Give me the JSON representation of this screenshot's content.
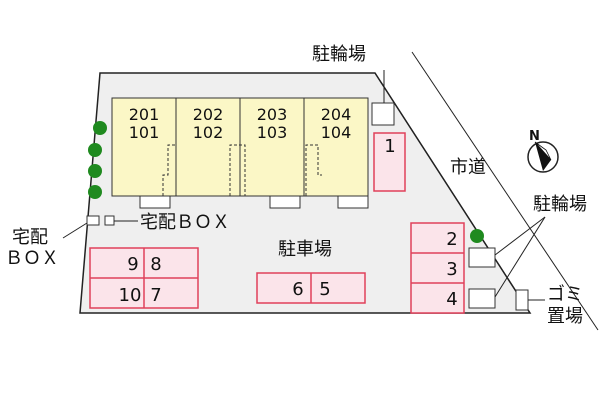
{
  "site_plan": {
    "labels": {
      "bicycle_parking_top": "駐輪場",
      "bicycle_parking_right": "駐輪場",
      "city_road": "市道",
      "parking_lot": "駐車場",
      "garbage_line1": "ゴミ",
      "garbage_line2": "置場",
      "delivery_box_left_line1": "宅配",
      "delivery_box_left_line2": "ＢＯＸ",
      "delivery_box_mid": "宅配ＢＯＸ",
      "north": "N"
    },
    "units": [
      {
        "upper": "201",
        "lower": "101"
      },
      {
        "upper": "202",
        "lower": "102"
      },
      {
        "upper": "203",
        "lower": "103"
      },
      {
        "upper": "204",
        "lower": "104"
      }
    ],
    "parking_spaces": {
      "single": "1",
      "right_stack": [
        "2",
        "3",
        "4"
      ],
      "left_pair_top": [
        "9",
        "8"
      ],
      "left_pair_bottom": [
        "10",
        "7"
      ],
      "center_pair": [
        "6",
        "5"
      ]
    },
    "colors": {
      "lot": "#efefef",
      "building": "#fbf7c6",
      "parking_fill": "#fbe4ea",
      "parking_border": "#e0405a",
      "tree": "#1f8a1f",
      "line": "#222222"
    },
    "icons": [
      "tree-icon",
      "compass-icon"
    ]
  }
}
